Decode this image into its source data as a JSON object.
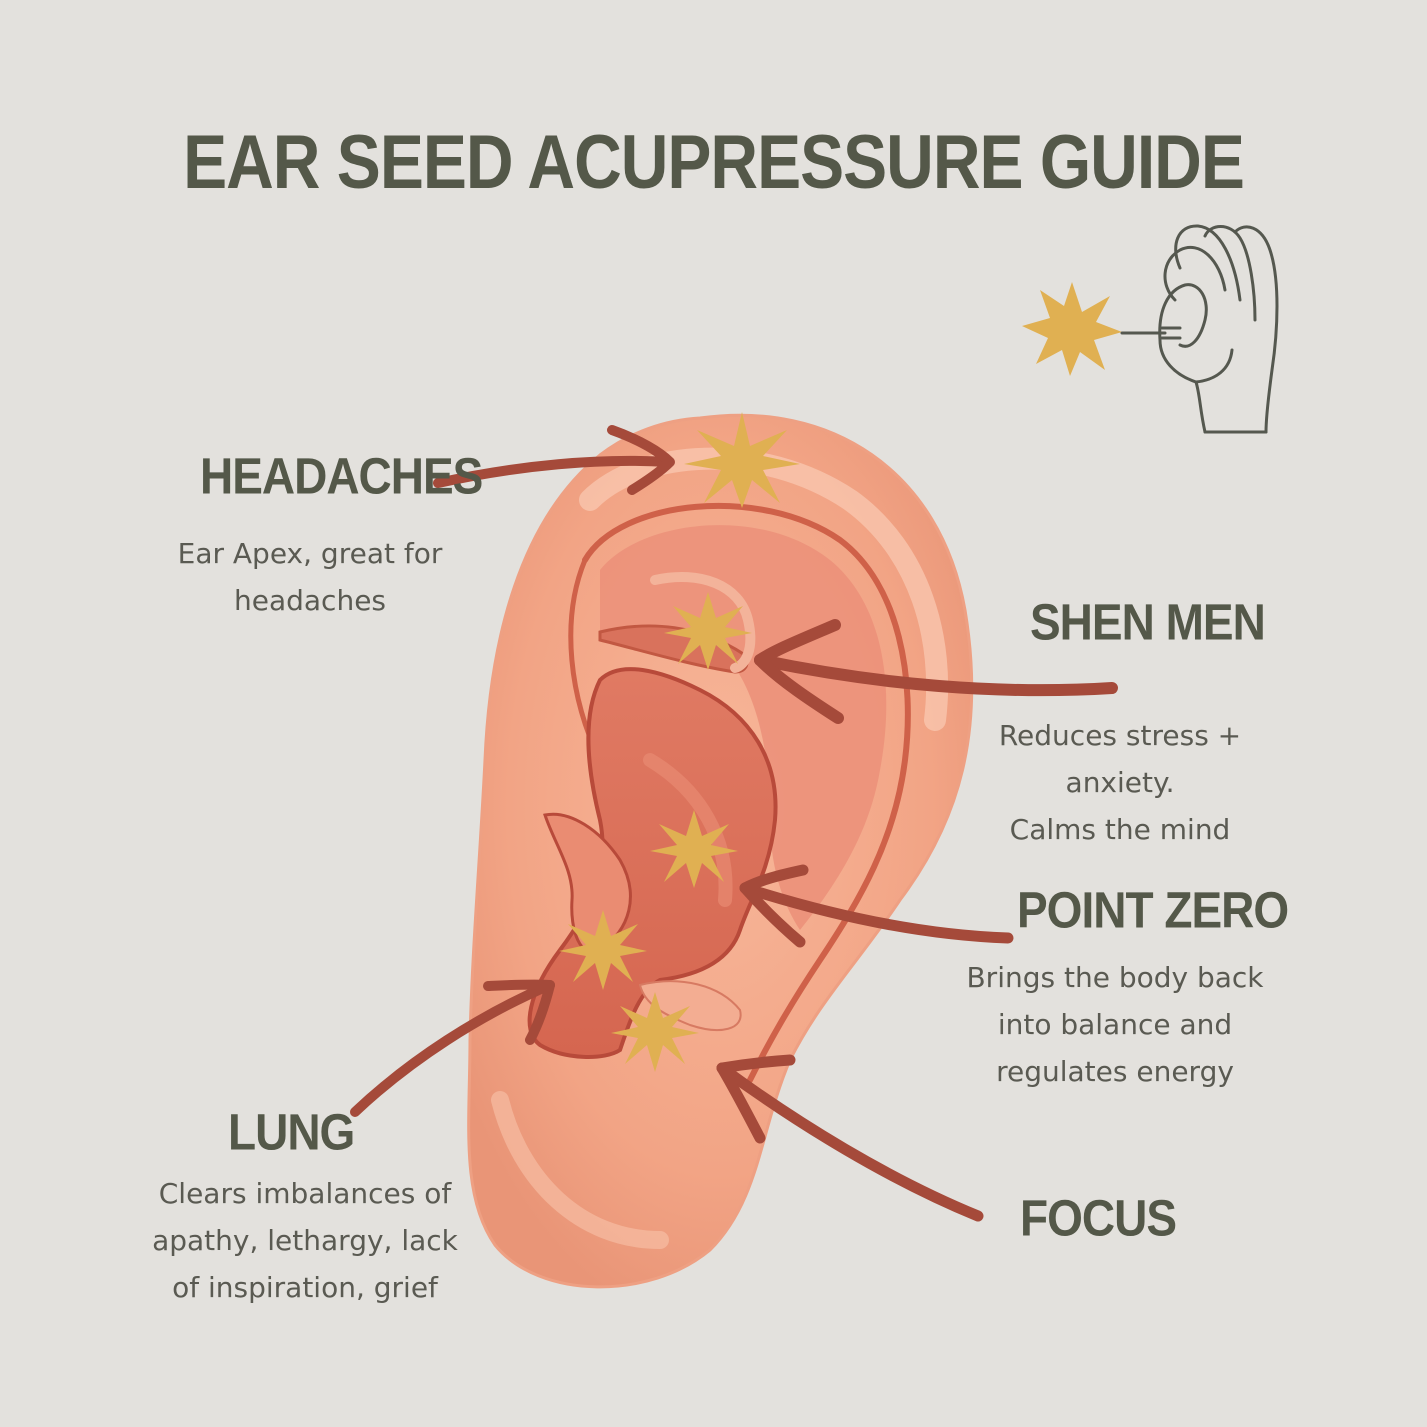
{
  "title": "EAR SEED ACUPRESSURE GUIDE",
  "colors": {
    "background": "#e3e1dd",
    "text": "#545849",
    "arrow": "#a54a3a",
    "star": "#e0b052",
    "ear_skin": "#f2a788",
    "ear_inner": "#d8705a",
    "ear_outline": "#b84a3a"
  },
  "icons": [
    "star-icon",
    "hand-pressing-icon",
    "arrow-icon"
  ],
  "points": [
    {
      "id": "headaches",
      "label": "HEADACHES",
      "description": [
        "Ear Apex, great for",
        "headaches"
      ]
    },
    {
      "id": "shen-men",
      "label": "SHEN MEN",
      "description": [
        "Reduces stress +",
        "anxiety.",
        "Calms the mind"
      ]
    },
    {
      "id": "point-zero",
      "label": "POINT ZERO",
      "description": [
        "Brings the body back",
        "into balance and",
        "regulates energy"
      ]
    },
    {
      "id": "lung",
      "label": "LUNG",
      "description": [
        "Clears imbalances of",
        "apathy, lethargy, lack",
        "of inspiration, grief"
      ]
    },
    {
      "id": "focus",
      "label": "FOCUS",
      "description": []
    }
  ]
}
